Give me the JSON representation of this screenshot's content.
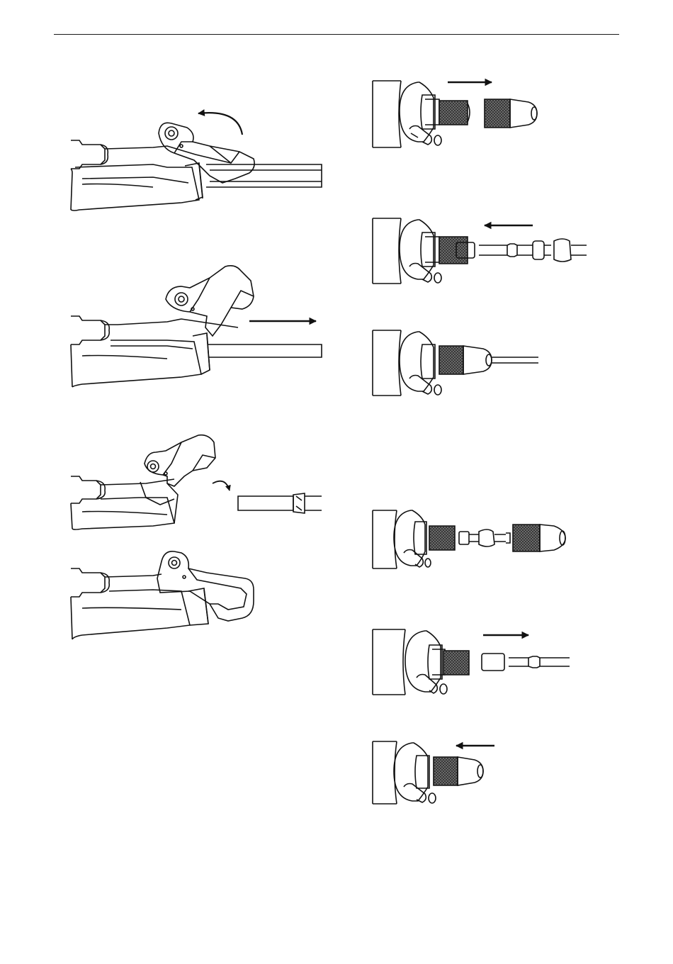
{
  "page": {
    "background": "#ffffff",
    "line_color": "#1a1a1a",
    "knurl_color": "#2a2a2a"
  },
  "figures": [
    {
      "id": "breaker-lever-raise",
      "icon": "curved-arrow-up-left"
    },
    {
      "id": "breaker-pull-chisel",
      "icon": "arrow-right"
    },
    {
      "id": "breaker-insert-chisel",
      "icon": "curved-arrow-down"
    },
    {
      "id": "breaker-lever-closed",
      "icon": "none"
    },
    {
      "id": "nozzle-remove-cap",
      "icon": "arrow-right"
    },
    {
      "id": "nozzle-fit-parts",
      "icon": "arrow-left"
    },
    {
      "id": "nozzle-cap-fitted",
      "icon": "none"
    },
    {
      "id": "nozzle-exploded-assembly",
      "icon": "none"
    },
    {
      "id": "nozzle-pull-tube",
      "icon": "arrow-right"
    },
    {
      "id": "nozzle-push-cap",
      "icon": "arrow-left"
    }
  ]
}
